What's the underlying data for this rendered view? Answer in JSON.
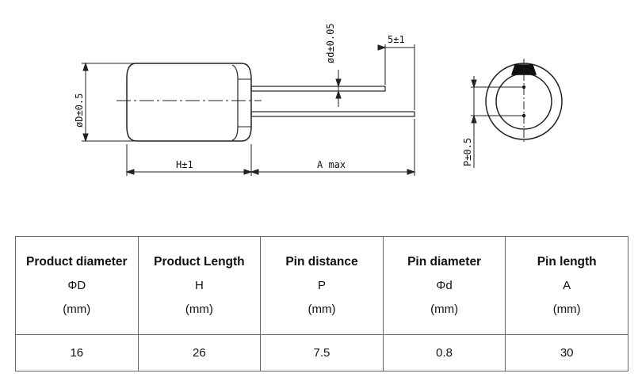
{
  "diagram": {
    "label_d_pin": "ød±0.05",
    "label_5": "5±1",
    "label_D": "øD±0.5",
    "label_H": "H±1",
    "label_A": "A max",
    "label_P": "P±0.5"
  },
  "table": {
    "columns": [
      {
        "title": "Product diameter",
        "symbol": "ΦD",
        "unit": "(mm)",
        "value": "16"
      },
      {
        "title": "Product Length",
        "symbol": "H",
        "unit": "(mm)",
        "value": "26"
      },
      {
        "title": "Pin distance",
        "symbol": "P",
        "unit": "(mm)",
        "value": "7.5"
      },
      {
        "title": "Pin diameter",
        "symbol": "Φd",
        "unit": "(mm)",
        "value": "0.8"
      },
      {
        "title": "Pin length",
        "symbol": "A",
        "unit": "(mm)",
        "value": "30"
      }
    ]
  }
}
